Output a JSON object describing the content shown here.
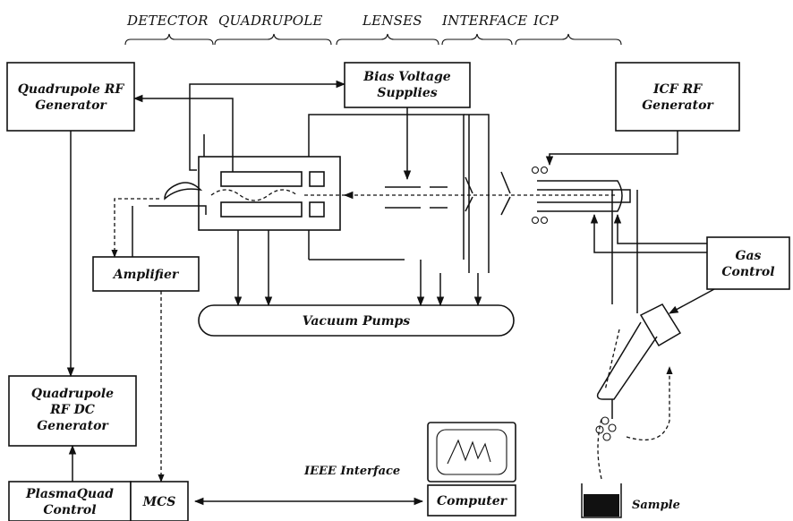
{
  "sections": [
    "DETECTOR",
    "QUADRUPOLE",
    "LENSES",
    "INTERFACE",
    "ICP"
  ],
  "boxes": {
    "quadrupole_rf_generator": [
      "Quadrupole RF",
      "Generator"
    ],
    "bias_voltage_supplies": [
      "Bias Voltage",
      "Supplies"
    ],
    "icf_rf_generator": [
      "ICF RF",
      "Generator"
    ],
    "amplifier": "Amplifier",
    "gas_control": [
      "Gas",
      "Control"
    ],
    "vacuum_pumps": "Vacuum Pumps",
    "quadrupole_rf_dc_generator": [
      "Quadrupole",
      "RF DC",
      "Generator"
    ],
    "plasmaquad_control": [
      "PlasmaQuad",
      "Control"
    ],
    "mcs": "MCS",
    "computer": "Computer"
  },
  "labels": {
    "ieee_interface": "IEEE Interface",
    "sample": "Sample"
  }
}
